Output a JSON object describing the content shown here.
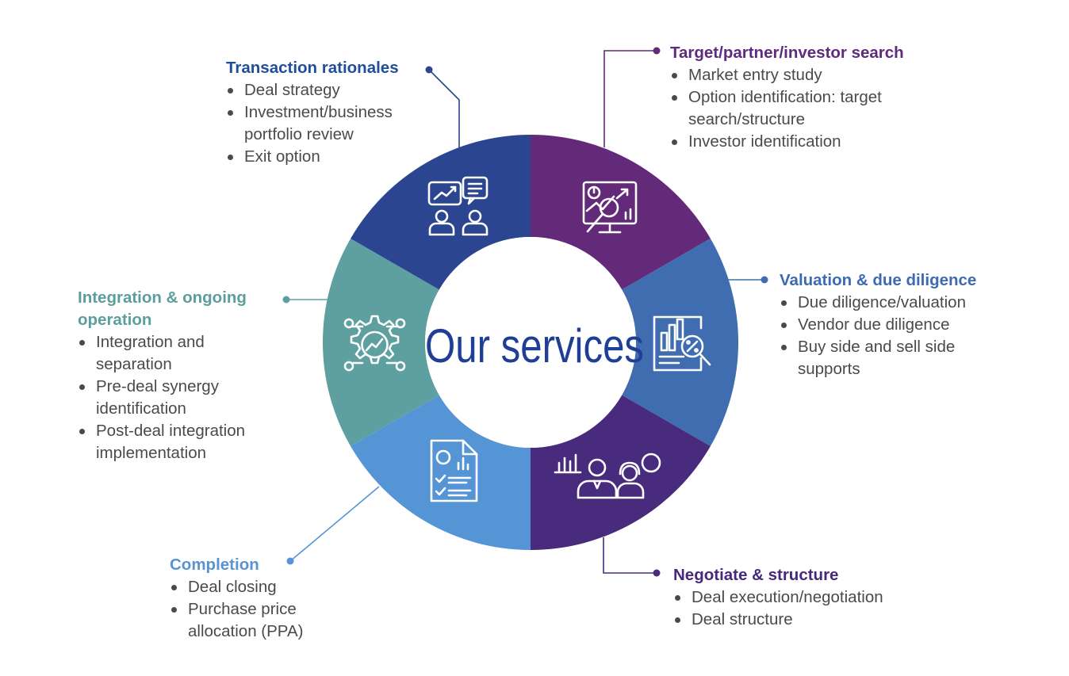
{
  "center_label": "Our services",
  "segments": [
    {
      "id": "transaction",
      "color": "#2b4590",
      "icon": "consultation-chart-people-icon",
      "title": "Transaction rationales",
      "title_color": "#1f4e9c",
      "items": [
        "Deal strategy",
        "Investment/business portfolio review",
        "Exit option"
      ]
    },
    {
      "id": "target",
      "color": "#642a7a",
      "icon": "market-analysis-monitor-icon",
      "title": "Target/partner/investor search",
      "title_color": "#5e2b7e",
      "items": [
        "Market entry study",
        "Option identification: target search/structure",
        "Investor identification"
      ]
    },
    {
      "id": "valuation",
      "color": "#3f6db0",
      "icon": "valuation-report-magnifier-icon",
      "title": "Valuation & due diligence",
      "title_color": "#3c6bb3",
      "items": [
        "Due diligence/valuation",
        "Vendor due diligence",
        "Buy side and sell side supports"
      ]
    },
    {
      "id": "negotiate",
      "color": "#482b7d",
      "icon": "negotiation-people-charts-icon",
      "title": "Negotiate & structure",
      "title_color": "#46287c",
      "items": [
        "Deal execution/negotiation",
        "Deal structure"
      ]
    },
    {
      "id": "completion",
      "color": "#5595d6",
      "icon": "checklist-document-icon",
      "title": "Completion",
      "title_color": "#5a93d1",
      "items": [
        "Deal closing",
        "Purchase price allocation (PPA)"
      ]
    },
    {
      "id": "integration",
      "color": "#5da09f",
      "icon": "integration-gear-icon",
      "title": "Integration & ongoing operation",
      "title_color": "#5b9e9d",
      "items": [
        "Integration and separation",
        "Pre-deal synergy identification",
        "Post-deal integration implementation"
      ]
    }
  ],
  "colors": {
    "center_text": "#1f3f96",
    "bullet_text": "#4a4a4a"
  }
}
